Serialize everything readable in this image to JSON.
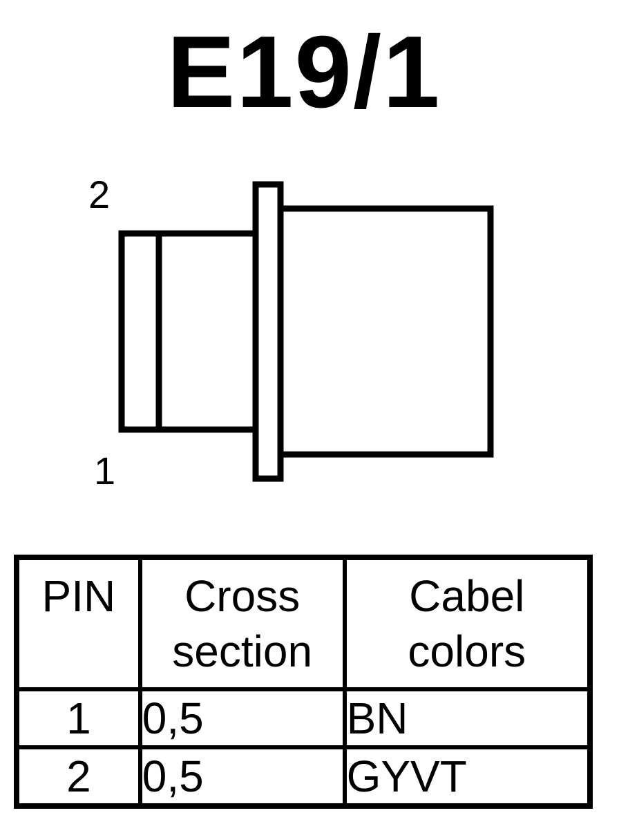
{
  "title": "E19/1",
  "connector": {
    "pin_top_label": "2",
    "pin_bottom_label": "1"
  },
  "table": {
    "headers": {
      "pin": "PIN",
      "cross_line1": "Cross",
      "cross_line2": "section",
      "color_line1": "Cabel",
      "color_line2": "colors"
    },
    "rows": [
      {
        "pin": "1",
        "cross_section": "0,5",
        "color": "BN"
      },
      {
        "pin": "2",
        "cross_section": "0,5",
        "color": "GYVT"
      }
    ]
  }
}
